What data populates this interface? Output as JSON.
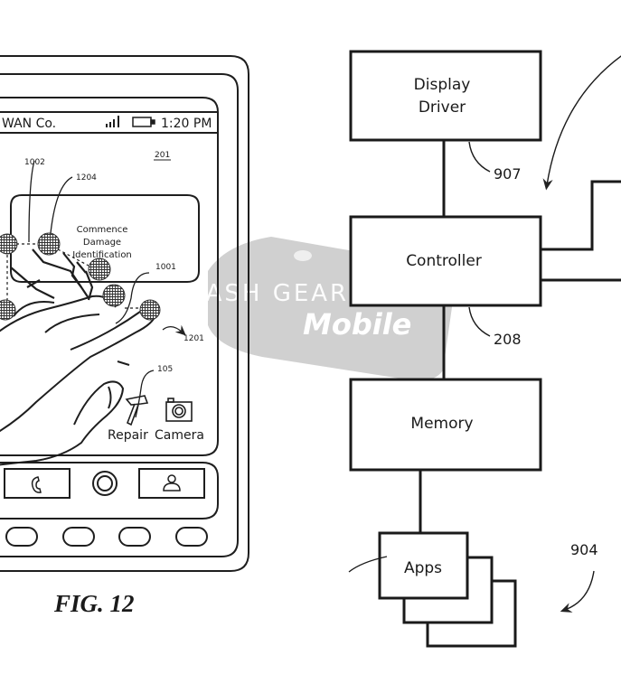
{
  "figure_caption": "FIG. 12",
  "phone": {
    "carrier": "WAN Co.",
    "time": "1:20 PM",
    "screen_ref": "201",
    "dialog_text": [
      "Commence",
      "Damage",
      "Identification"
    ],
    "refs": {
      "r1002": "1002",
      "r1204": "1204",
      "r1001": "1001",
      "r1201": "1201",
      "r105": "105"
    },
    "apps": [
      {
        "label": "Repair",
        "icon": "hammer-icon"
      },
      {
        "label": "Camera",
        "icon": "camera-icon"
      }
    ],
    "dock": [
      {
        "icon": "phone-icon"
      },
      {
        "icon": "home-circle-icon"
      },
      {
        "icon": "contact-person-icon"
      }
    ],
    "hardware_buttons": 4
  },
  "block_diagram": {
    "blocks": {
      "display_driver": [
        "Display",
        "Driver"
      ],
      "controller": "Controller",
      "memory": "Memory",
      "apps": "Apps"
    },
    "refs": {
      "r907": "907",
      "r208": "208",
      "r904": "904"
    }
  },
  "watermark": {
    "brand": "SLASH GEAR",
    "sub": "Mobile"
  }
}
